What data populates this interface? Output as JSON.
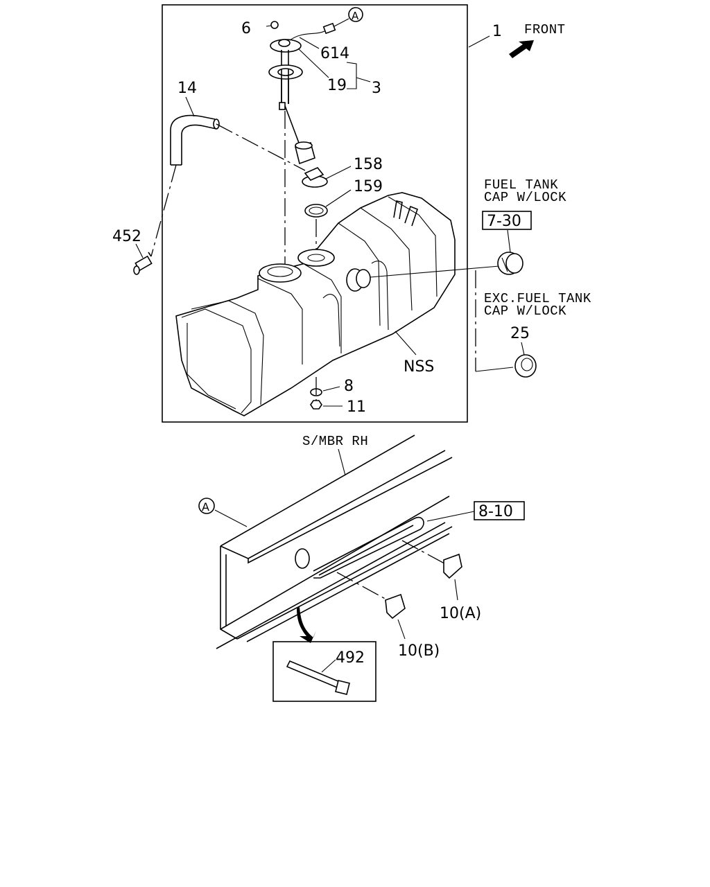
{
  "labels": {
    "p6": "6",
    "p614": "614",
    "p1": "1",
    "p3": "3",
    "p19": "19",
    "p14": "14",
    "p158": "158",
    "p159": "159",
    "p452": "452",
    "p8": "8",
    "p11": "11",
    "p25": "25",
    "p492": "492",
    "p10a": "10(A)",
    "p10b": "10(B)",
    "nss": "NSS",
    "ref_a": "A",
    "ref_a_bottom": "A"
  },
  "boxed_refs": {
    "cap_ref": "7-30",
    "frame_ref": "8-10"
  },
  "notes": {
    "front": "FRONT",
    "cap_lock_1": "FUEL TANK",
    "cap_lock_2": "CAP W/LOCK",
    "cap_exc_1": "EXC.FUEL TANK",
    "cap_exc_2": "CAP W/LOCK",
    "member": "S/MBR RH"
  }
}
